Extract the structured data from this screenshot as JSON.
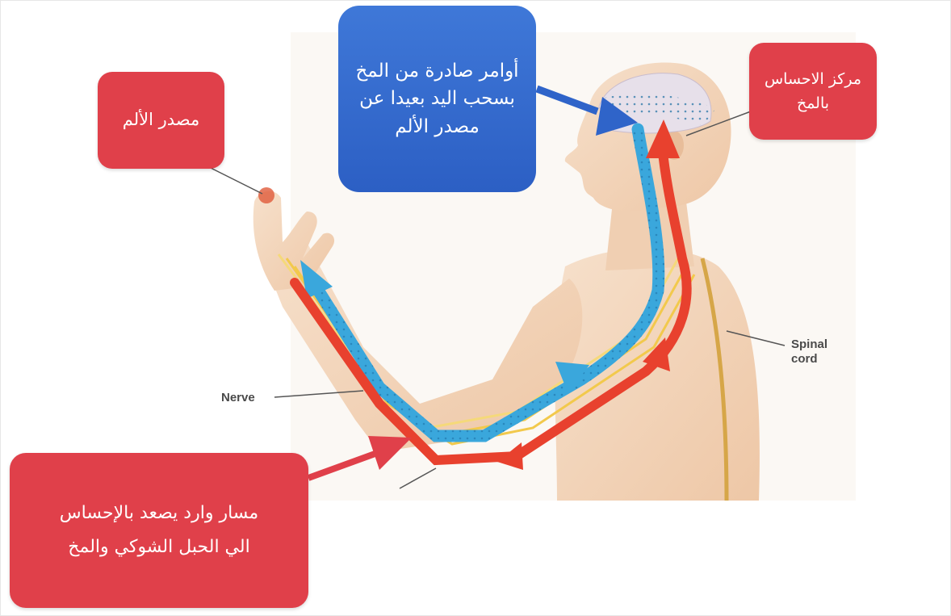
{
  "labels": {
    "nerve": "Nerve",
    "spinal_cord": "Spinal\ncord"
  },
  "callouts": {
    "pain_source": "مصدر الألم",
    "sensation_center": "مركز الاحساس\nبالمخ",
    "brain_commands": "أوامر صادرة من المخ\nبسحب اليد بعيدا عن\nمصدر الألم",
    "afferent_path": "مسار وارد يصعد بالإحساس\nالي الحبل الشوكي والمخ"
  },
  "colors": {
    "callout_red": "#e0404a",
    "callout_blue": "#2f64c9",
    "afferent_arrow": "#e8412e",
    "efferent_arrow": "#3aa7dc",
    "nerve_yellow": "#f2c94c",
    "skin": "#f3d7bd"
  }
}
